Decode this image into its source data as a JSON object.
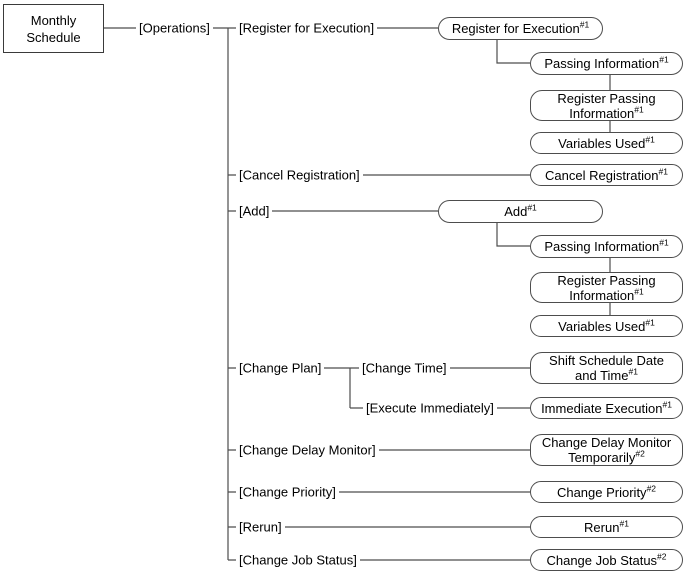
{
  "diagram_title": "Monthly Schedule operations menu tree",
  "colors": {
    "line": "#4d4d4d",
    "text": "#000000",
    "bg": "#ffffff",
    "node_fill": "#ffffff"
  },
  "root": {
    "label": "Monthly\nSchedule"
  },
  "menus": {
    "operations": "[Operations]",
    "register_for_execution": "[Register for Execution]",
    "cancel_registration": "[Cancel Registration]",
    "add": "[Add]",
    "change_plan": "[Change Plan]",
    "change_time": "[Change Time]",
    "execute_immediately": "[Execute Immediately]",
    "change_delay_monitor": "[Change Delay Monitor]",
    "change_priority": "[Change Priority]",
    "rerun": "[Rerun]",
    "change_job_status": "[Change Job Status]"
  },
  "actions": {
    "register_for_execution": {
      "label": "Register for Execution",
      "sup": "#1"
    },
    "passing_information_1": {
      "label": "Passing Information",
      "sup": "#1"
    },
    "register_passing_information_1": {
      "label": "Register Passing\nInformation",
      "sup": "#1"
    },
    "variables_used_1": {
      "label": "Variables Used",
      "sup": "#1"
    },
    "cancel_registration": {
      "label": "Cancel Registration",
      "sup": "#1"
    },
    "add": {
      "label": "Add",
      "sup": "#1"
    },
    "passing_information_2": {
      "label": "Passing Information",
      "sup": "#1"
    },
    "register_passing_information_2": {
      "label": "Register Passing\nInformation",
      "sup": "#1"
    },
    "variables_used_2": {
      "label": "Variables Used",
      "sup": "#1"
    },
    "shift_schedule_date_and_time": {
      "label": "Shift Schedule Date\nand Time",
      "sup": "#1"
    },
    "immediate_execution": {
      "label": "Immediate Execution",
      "sup": "#1"
    },
    "change_delay_monitor_temporarily": {
      "label": "Change Delay Monitor\nTemporarily",
      "sup": "#2"
    },
    "change_priority": {
      "label": "Change Priority",
      "sup": "#2"
    },
    "rerun": {
      "label": "Rerun",
      "sup": "#1"
    },
    "change_job_status": {
      "label": "Change Job Status",
      "sup": "#2"
    }
  }
}
